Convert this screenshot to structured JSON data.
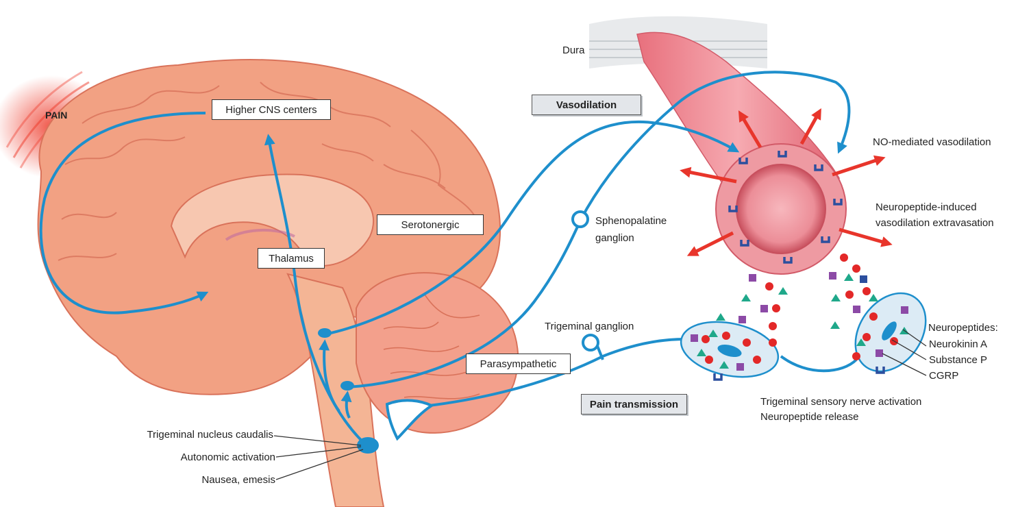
{
  "labels": {
    "pain": "PAIN",
    "higher_cns": "Higher CNS centers",
    "thalamus": "Thalamus",
    "serotonergic": "Serotonergic",
    "vasodilation": "Vasodilation",
    "dura": "Dura",
    "no_mediated": "NO-mediated vasodilation",
    "neuropeptide_induced_1": "Neuropeptide-induced",
    "neuropeptide_induced_2": "vasodilation extravasation",
    "sphenopalatine_1": "Sphenopalatine",
    "sphenopalatine_2": "ganglion",
    "trigeminal_ganglion": "Trigeminal ganglion",
    "parasympathetic": "Parasympathetic",
    "pain_transmission": "Pain transmission",
    "neuropeptides": "Neuropeptides:",
    "neurokinin_a": "Neurokinin A",
    "substance_p": "Substance P",
    "cgrp": "CGRP",
    "activation_1": "Trigeminal sensory nerve activation",
    "activation_2": "Neuropeptide release",
    "trigeminal_nucleus": "Trigeminal nucleus caudalis",
    "autonomic": "Autonomic activation",
    "nausea": "Nausea, emesis"
  },
  "colors": {
    "pathway": "#1e8fcc",
    "brain": "#f2a183",
    "brain_dark": "#d9725a",
    "vessel": "#e96a78",
    "arrow": "#e8352b",
    "receptor": "#2c4f9e",
    "dot_red": "#e32828",
    "triangle": "#1fa88a",
    "square": "#8c4aa6",
    "pain_glow": "#ee3a2a"
  },
  "icons": [
    "brain-illustration",
    "blood-vessel-cross-section",
    "arrow-icon",
    "receptor-icon",
    "ganglion-icon",
    "neuron-terminal-icon"
  ]
}
